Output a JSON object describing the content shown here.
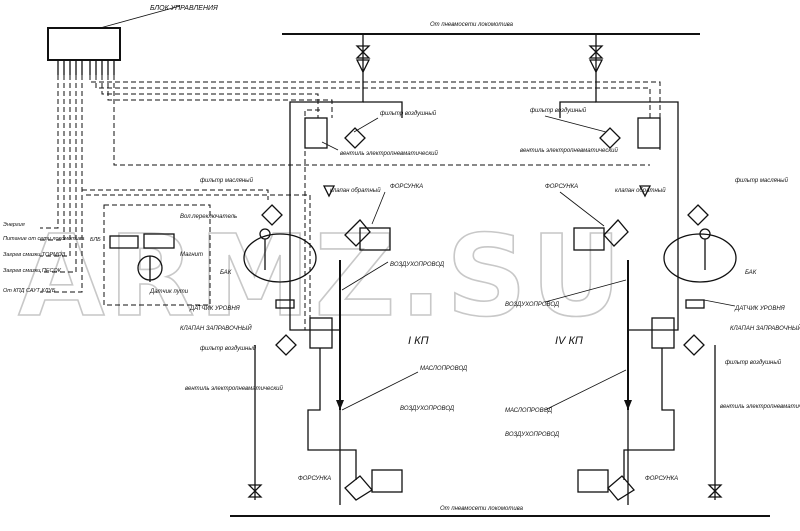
{
  "title": "БЛОК УПРАВЛЕНИЯ",
  "watermark": "ARMZ.SU",
  "colors": {
    "ink": "#111111",
    "watermark": "#c8c8c8",
    "paper": "#ffffff"
  },
  "labels": {
    "top_air": "От пневмосети локомотива",
    "bottom_air": "От пневмосети локомотива",
    "filter_air": "фильтр воздушный",
    "valve_em": "вентиль электропневматический",
    "filter_oil": "фильтр масляный",
    "valve_check": "клапан обратный",
    "nozzle": "ФОРСУНКА",
    "air_line": "ВОЗДУХОПРОВОД",
    "oil_line": "МАСЛОПРОВОД",
    "tank": "БАК",
    "level_sensor": "ДАТЧИК УРОВНЯ",
    "fill_valve": "КЛАПАН ЗАПРАВОЧНЫЙ",
    "kp1": "I КП",
    "kp4": "IV КП",
    "reed_switch": "Вол.переключатель",
    "magnet": "Магнит",
    "path_sensor": "Датчик пути",
    "unit_left": "БЛБ"
  },
  "inputs": [
    "Энергия",
    "Питание от сети локомотива",
    "Загрев смазки ТОРМОЗ",
    "Загрев смазки ПЕСОК",
    "От КПД САУТ КЛУБ"
  ]
}
